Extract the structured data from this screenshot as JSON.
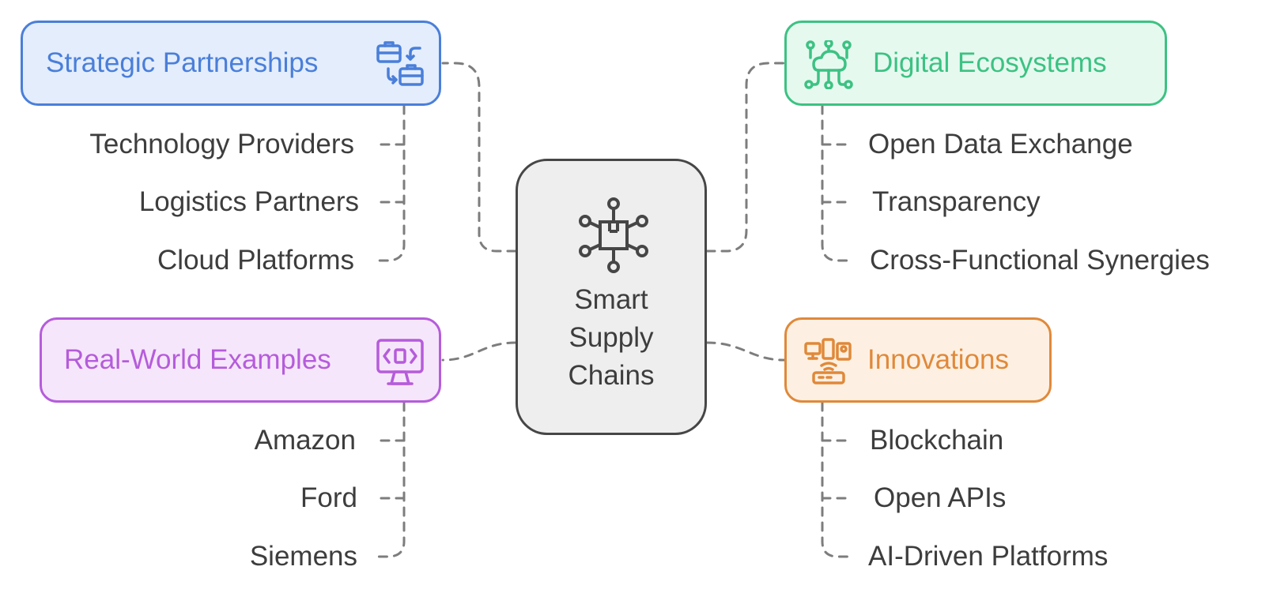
{
  "center": {
    "lines": [
      "Smart",
      "Supply",
      "Chains"
    ],
    "icon": "supply-network-icon",
    "border_color": "#464646",
    "fill_color": "#eeeeee"
  },
  "branches": {
    "strategic": {
      "title": "Strategic Partnerships",
      "icon": "partnership-briefcase-exchange-icon",
      "color": "#4a7fd9",
      "fill": "#e3edfc",
      "items": [
        "Technology Providers",
        "Logistics Partners",
        "Cloud Platforms"
      ]
    },
    "digital": {
      "title": "Digital Ecosystems",
      "icon": "cloud-network-icon",
      "color": "#3cc283",
      "fill": "#e6f9ef",
      "items": [
        "Open Data Exchange",
        "Transparency",
        "Cross-Functional Synergies"
      ]
    },
    "realworld": {
      "title": "Real-World Examples",
      "icon": "monitor-code-icon",
      "color": "#b55cdb",
      "fill": "#f6e6fb",
      "items": [
        "Amazon",
        "Ford",
        "Siemens"
      ]
    },
    "innovations": {
      "title": "Innovations",
      "icon": "connected-devices-icon",
      "color": "#e0893a",
      "fill": "#fdf0e2",
      "items": [
        "Blockchain",
        "Open APIs",
        "AI-Driven Platforms"
      ]
    }
  },
  "connector_color": "#7a7a7a"
}
